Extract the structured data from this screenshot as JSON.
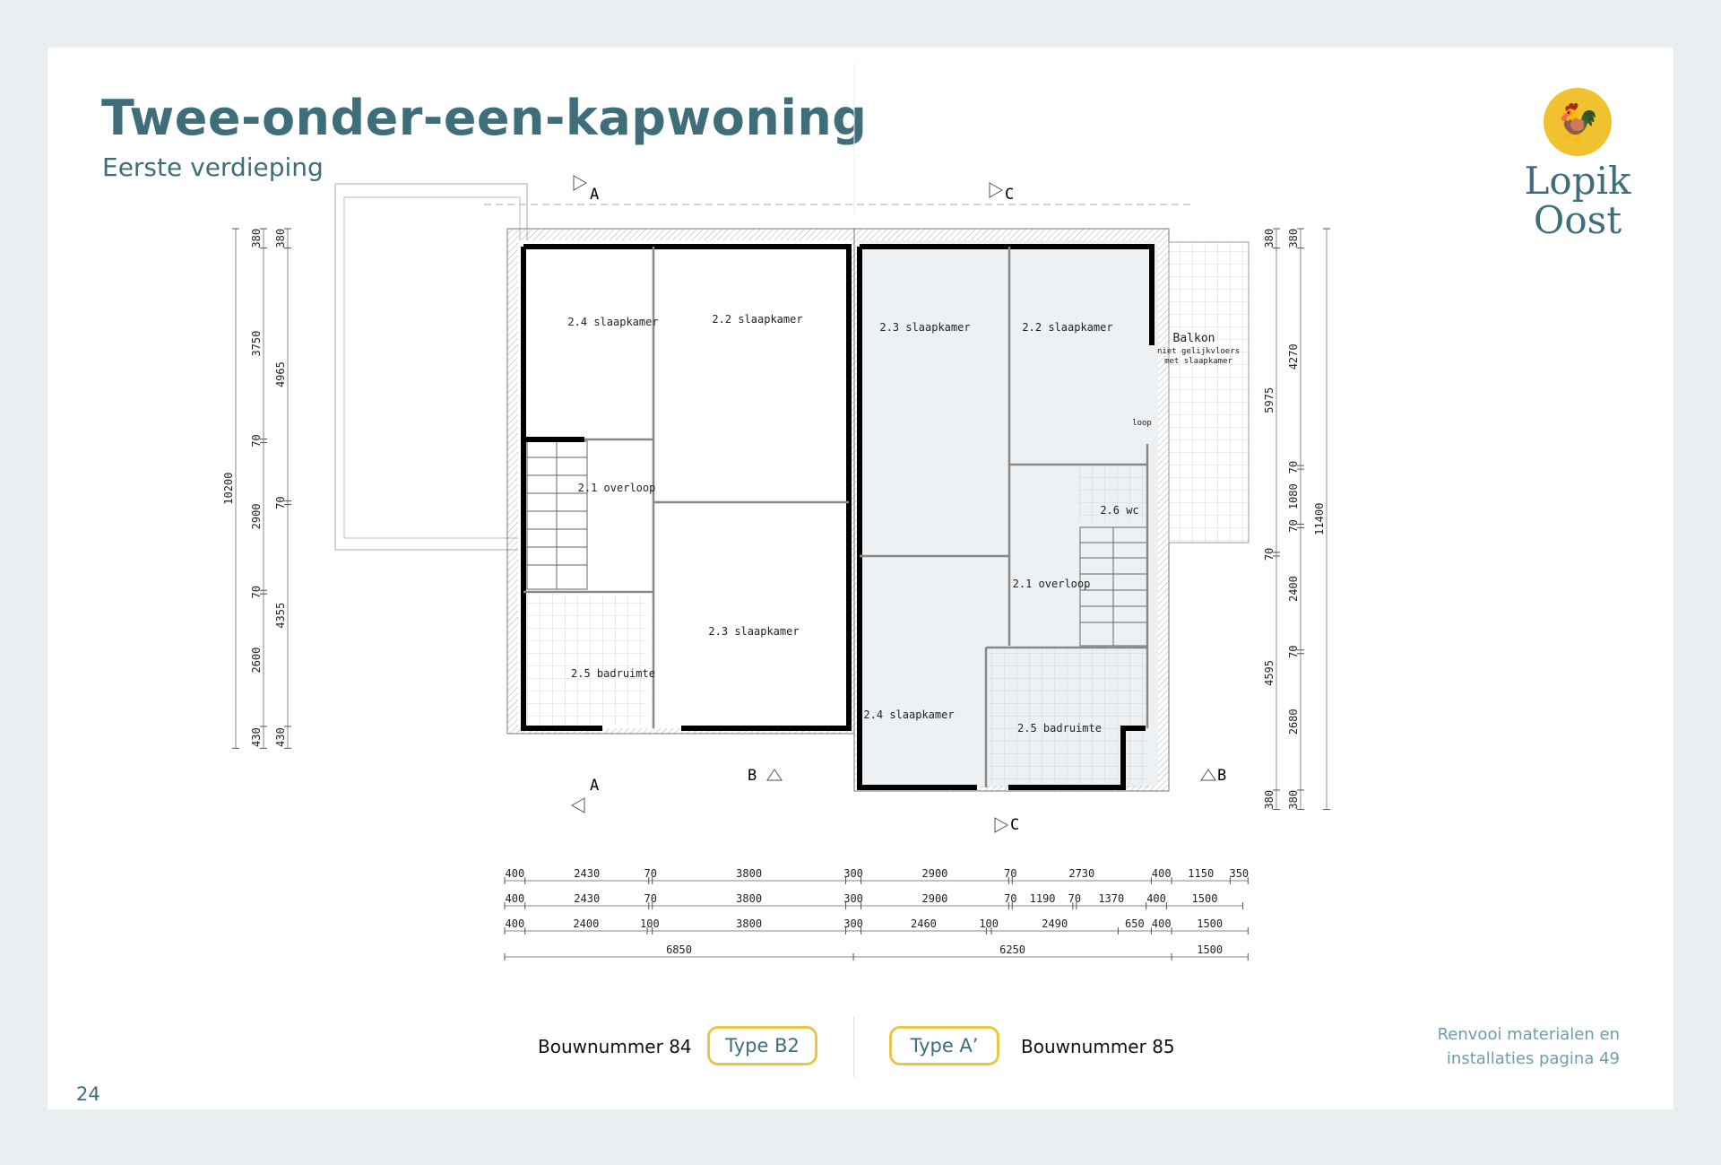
{
  "header": {
    "title": "Twee-onder-een-kapwoning",
    "subtitle": "Eerste verdieping"
  },
  "logo": {
    "line1": "Lopik",
    "line2": "Oost",
    "icon": "rooster-weathervane-icon",
    "color": "#f0c230"
  },
  "rooms_left": [
    "2.4 slaapkamer",
    "2.2 slaapkamer",
    "2.1 overloop",
    "2.3 slaapkamer",
    "2.5 badruimte"
  ],
  "rooms_right": [
    "2.3 slaapkamer",
    "2.2 slaapkamer",
    "2.6 wc",
    "2.1 overloop",
    "2.4 slaapkamer",
    "2.5 badruimte",
    "loop"
  ],
  "balcony": {
    "label": "Balkon",
    "note1": "niet gelijkvloers",
    "note2": "met slaapkamer"
  },
  "sections": [
    "A",
    "C",
    "A",
    "B",
    "B",
    "C"
  ],
  "dims_horizontal": [
    [
      400,
      2430,
      70,
      3800,
      300,
      2900,
      70,
      2730,
      400,
      1150,
      350
    ],
    [
      400,
      2430,
      70,
      3800,
      300,
      2900,
      70,
      1190,
      70,
      1370,
      400,
      1500
    ],
    [
      400,
      2400,
      100,
      3800,
      300,
      2460,
      100,
      2490,
      650,
      400,
      1500
    ],
    [
      6850,
      6250,
      1500
    ]
  ],
  "dims_left": [
    [
      10200
    ],
    [
      380,
      3750,
      70,
      2900,
      70,
      2600,
      430
    ],
    [
      380,
      4965,
      70,
      4355,
      430
    ]
  ],
  "dims_right": [
    [
      380,
      5975,
      70,
      4595,
      380
    ],
    [
      380,
      4270,
      70,
      1080,
      70,
      2400,
      70,
      2680,
      380
    ],
    [
      11400
    ]
  ],
  "footer": {
    "bouwnummer_left": "Bouwnummer 84",
    "type_left": "Type B2",
    "type_right": "Type A’",
    "bouwnummer_right": "Bouwnummer 85",
    "renvooi_line1": "Renvooi materialen en",
    "renvooi_line2": "installaties pagina 49",
    "page_number": "24"
  }
}
